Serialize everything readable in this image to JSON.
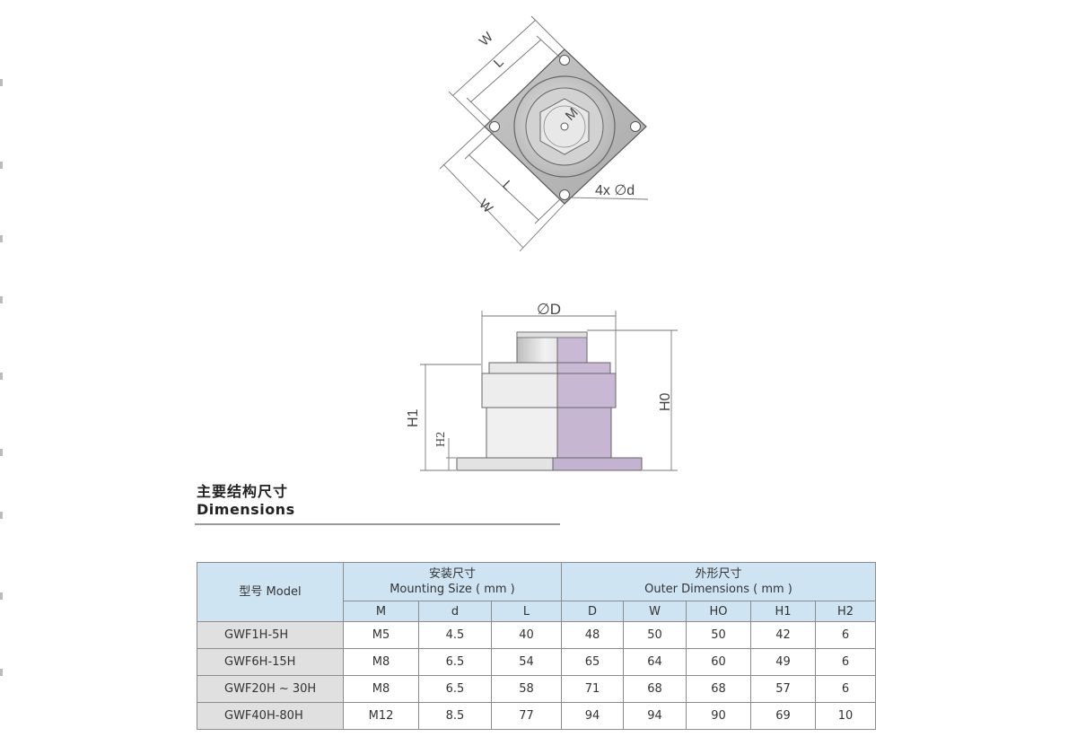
{
  "top_view": {
    "labels": {
      "w_upper": "W",
      "l_upper": "L",
      "m": "M",
      "l_lower": "L",
      "w_lower": "W",
      "holes": "4x ∅d"
    }
  },
  "side_view": {
    "labels": {
      "d_outer": "∅D",
      "h0": "H0",
      "h1": "H1",
      "h2": "H2"
    }
  },
  "section": {
    "title_cn": "主要结构尺寸",
    "title_en": "Dimensions"
  },
  "table": {
    "model_header": "型号 Model",
    "mounting_cn": "安装尺寸",
    "mounting_en": "Mounting Size ( mm )",
    "outer_cn": "外形尺寸",
    "outer_en": "Outer Dimensions ( mm )",
    "sub_headers": [
      "M",
      "d",
      "L",
      "D",
      "W",
      "HO",
      "H1",
      "H2"
    ],
    "rows": [
      {
        "model": "GWF1H-5H",
        "values": [
          "M5",
          "4.5",
          "40",
          "48",
          "50",
          "50",
          "42",
          "6"
        ]
      },
      {
        "model": "GWF6H-15H",
        "values": [
          "M8",
          "6.5",
          "54",
          "65",
          "64",
          "60",
          "49",
          "6"
        ]
      },
      {
        "model": "GWF20H ~ 30H",
        "values": [
          "M8",
          "6.5",
          "58",
          "71",
          "68",
          "68",
          "57",
          "6"
        ]
      },
      {
        "model": "GWF40H-80H",
        "values": [
          "M12",
          "8.5",
          "77",
          "94",
          "94",
          "90",
          "69",
          "10"
        ]
      }
    ]
  }
}
